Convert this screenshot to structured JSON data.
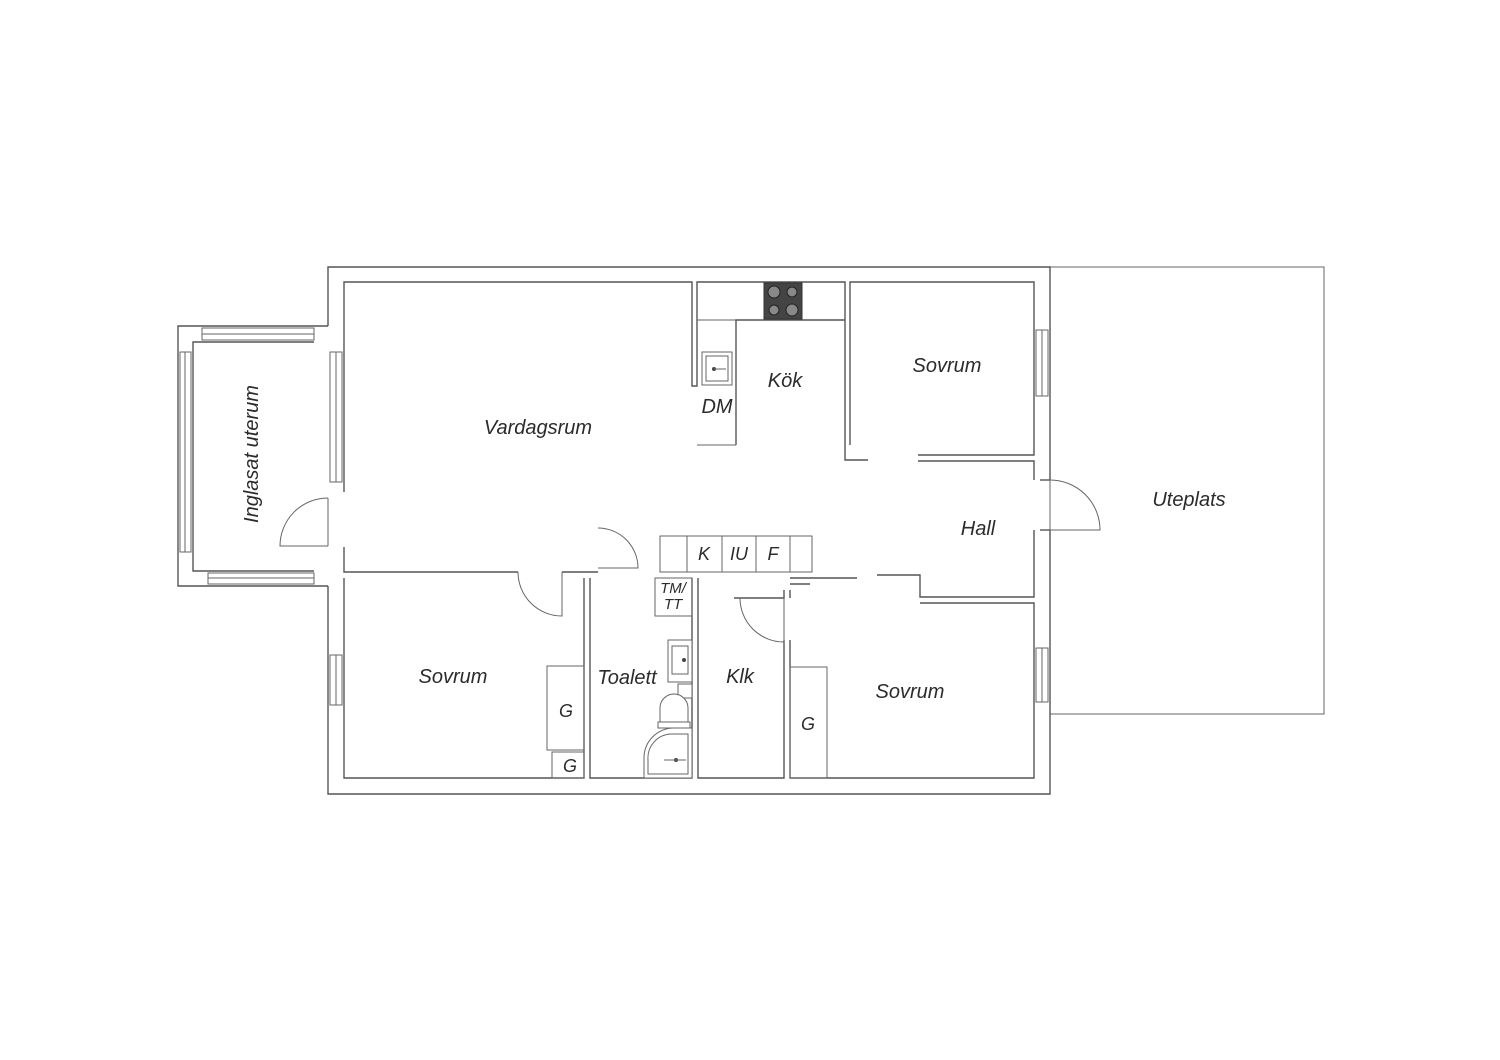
{
  "floorplan": {
    "rooms": {
      "vardagsrum": "Vardagsrum",
      "kok": "Kök",
      "dm": "DM",
      "sovrum_top": "Sovrum",
      "inglasat_uterum": "Inglasat uterum",
      "hall": "Hall",
      "uteplats": "Uteplats",
      "sovrum_left": "Sovrum",
      "toalett": "Toalett",
      "klk": "Klk",
      "sovrum_right": "Sovrum",
      "tm_tt_line1": "TM/",
      "tm_tt_line2": "TT"
    },
    "closets": {
      "k": "K",
      "iu": "IU",
      "f": "F",
      "g_left_upper": "G",
      "g_left_lower": "G",
      "g_right": "G"
    },
    "icons": [
      "stove-icon",
      "sink-icon",
      "toilet-icon",
      "washbasin-icon",
      "shower-icon",
      "door-swing-icon",
      "window-icon"
    ]
  }
}
